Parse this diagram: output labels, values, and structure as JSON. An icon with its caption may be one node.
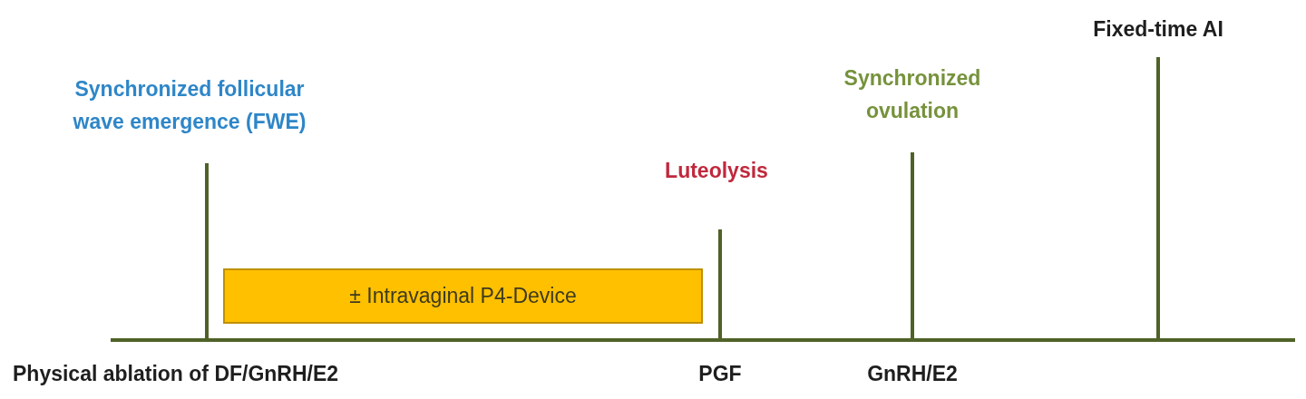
{
  "diagram": {
    "nodes": [
      {
        "text": [
          "± Intravaginal P4-Device"
        ]
      }
    ],
    "edges": [],
    "labels": [
      "Synchronized follicular wave emergence (FWE)",
      "Luteolysis",
      "Synchronized ovulation",
      "Fixed-time AI",
      "Physical ablation of DF/GnRH/E2",
      "PGF",
      "GnRH/E2"
    ]
  }
}
